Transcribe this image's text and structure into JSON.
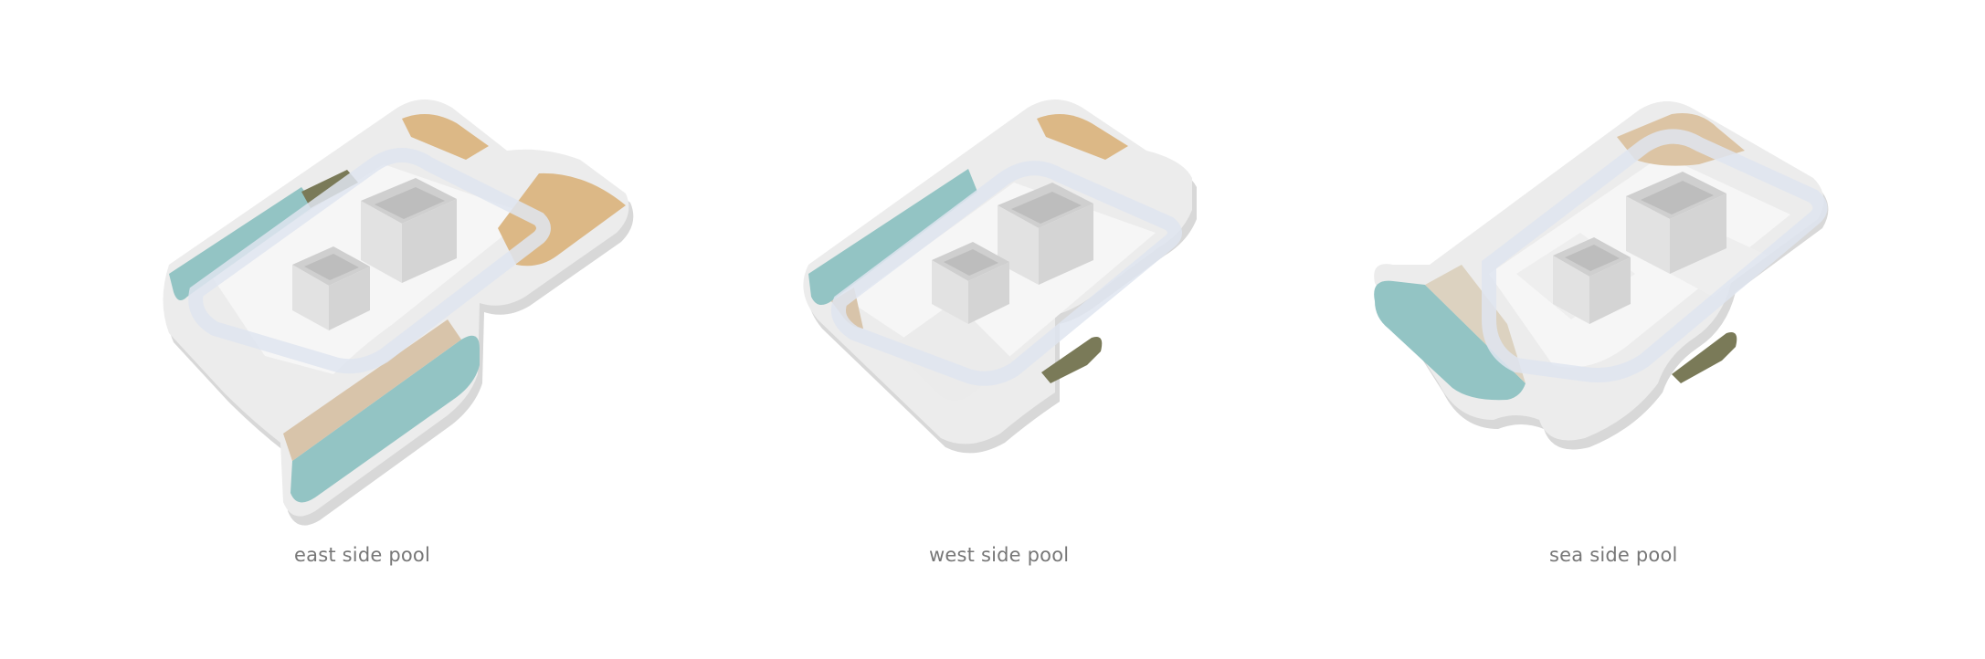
{
  "captions": {
    "east": "east side pool",
    "west": "west side pool",
    "sea": "sea side pool"
  },
  "colors": {
    "pool_water": "#93c4c4",
    "sand_deck": "#dcb886",
    "green_planter": "#7a7a58",
    "glass": "#e6ebf4",
    "concrete": "#dcdcdc",
    "floor": "#f4f4f4",
    "caption_text": "#777777"
  }
}
